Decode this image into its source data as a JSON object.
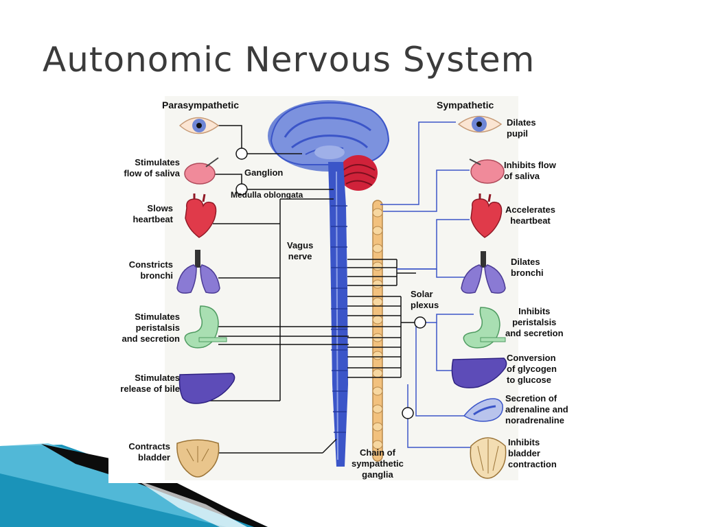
{
  "slide": {
    "title": "Autonomic Nervous System"
  },
  "diagram": {
    "headers": {
      "left": "Parasympathetic",
      "right": "Sympathetic"
    },
    "center_labels": {
      "ganglion": "Ganglion",
      "medulla": "Medulla oblongata",
      "vagus": "Vagus\nnerve",
      "solar_plexus": "Solar\nplexus",
      "chain": "Chain of\nsympathetic\nganglia"
    },
    "parasympathetic_effects": {
      "saliva": "Stimulates\nflow of saliva",
      "heart": "Slows\nheartbeat",
      "bronchi": "Constricts\nbronchi",
      "peristalsis": "Stimulates\nperistalsis\nand secretion",
      "bile": "Stimulates\nrelease of bile",
      "bladder": "Contracts\nbladder"
    },
    "sympathetic_effects": {
      "pupil": "Dilates\npupil",
      "saliva": "Inhibits flow\nof saliva",
      "heart": "Accelerates\nheartbeat",
      "bronchi": "Dilates\nbronchi",
      "peristalsis": "Inhibits\nperistalsis\nand secretion",
      "glycogen": "Conversion\nof glycogen\nto glucose",
      "adrenaline": "Secretion of\nadrenaline and\nnoradrenaline",
      "bladder": "Inhibits\nbladder\ncontraction"
    },
    "colors": {
      "nerve_blue": "#3b55c8",
      "brain_blue": "#6f86d6",
      "cerebellum": "#d0223a",
      "chain_tan": "#f2c17e",
      "heart_red": "#e03a4a",
      "lung_purple": "#8a7ad4",
      "stomach_green": "#a9dfb2",
      "liver_purple": "#5d4cb8",
      "bladder_tan": "#e9c58c",
      "accent_teal": "#1a93b9"
    }
  }
}
